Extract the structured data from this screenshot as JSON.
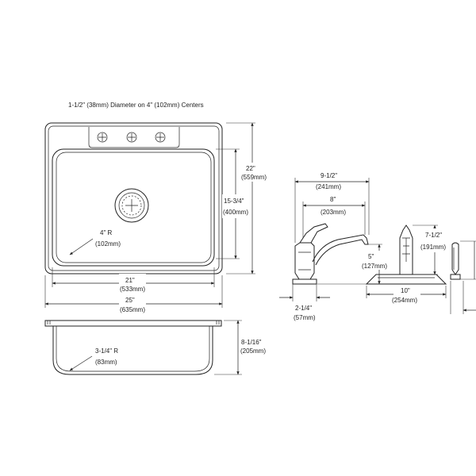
{
  "sink_top": {
    "hole_note": "1-1/2\" (38mm) Diameter on 4\" (102mm) Centers",
    "height_outer": {
      "imperial": "22\"",
      "metric": "(559mm)"
    },
    "height_inner": {
      "imperial": "15-3/4\"",
      "metric": "(400mm)"
    },
    "corner_radius": {
      "imperial": "4\" R",
      "metric": "(102mm)"
    },
    "width_inner": {
      "imperial": "21\"",
      "metric": "(533mm)"
    },
    "width_outer": {
      "imperial": "25\"",
      "metric": "(635mm)"
    }
  },
  "sink_side": {
    "bottom_radius": {
      "imperial": "3-1/4\" R",
      "metric": "(83mm)"
    },
    "depth": {
      "imperial": "8-1/16\"",
      "metric": "(205mm)"
    }
  },
  "faucet": {
    "reach_overall": {
      "imperial": "9-1/2\"",
      "metric": "(241mm)"
    },
    "reach_spout": {
      "imperial": "8\"",
      "metric": "(203mm)"
    },
    "spout_height": {
      "imperial": "5\"",
      "metric": "(127mm)"
    },
    "base_width": {
      "imperial": "2-1/4\"",
      "metric": "(57mm)"
    }
  },
  "deck": {
    "spread": {
      "imperial": "10\"",
      "metric": "(254mm)"
    },
    "height": {
      "imperial": "7-1/2\"",
      "metric": "(191mm)"
    }
  }
}
